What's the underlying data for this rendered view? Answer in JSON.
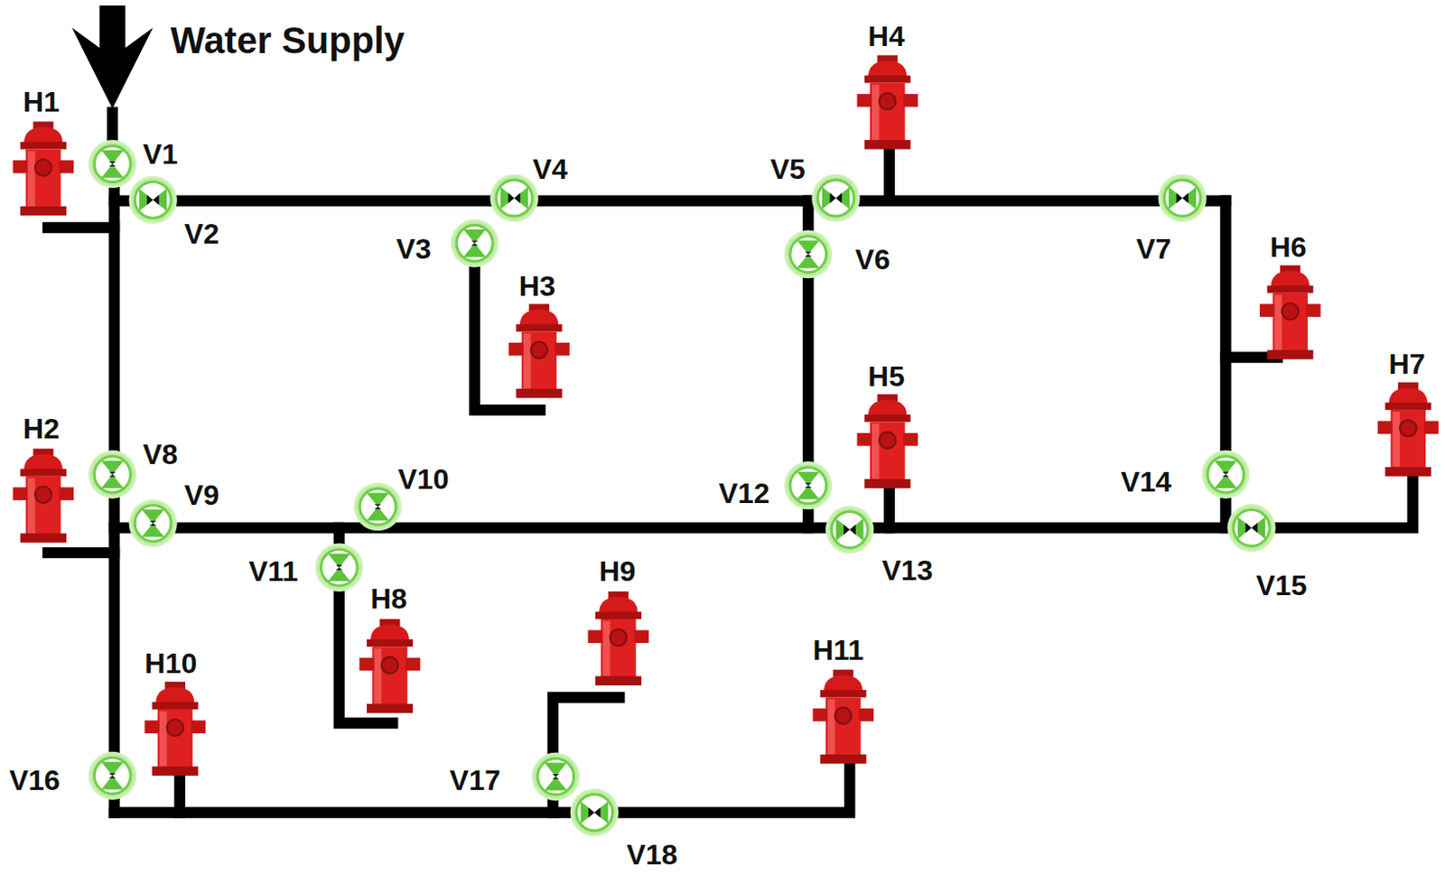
{
  "diagram": {
    "labels": [
      "Water Supply",
      "H1",
      "V1",
      "V2",
      "V4",
      "V5",
      "H4",
      "V3",
      "V6",
      "V7",
      "H3",
      "H6",
      "H5",
      "H7",
      "H2",
      "V8",
      "V9",
      "V10",
      "V12",
      "V14",
      "V11",
      "V13",
      "V15",
      "H8",
      "H9",
      "H11",
      "H10",
      "V16",
      "V17",
      "V18"
    ]
  }
}
